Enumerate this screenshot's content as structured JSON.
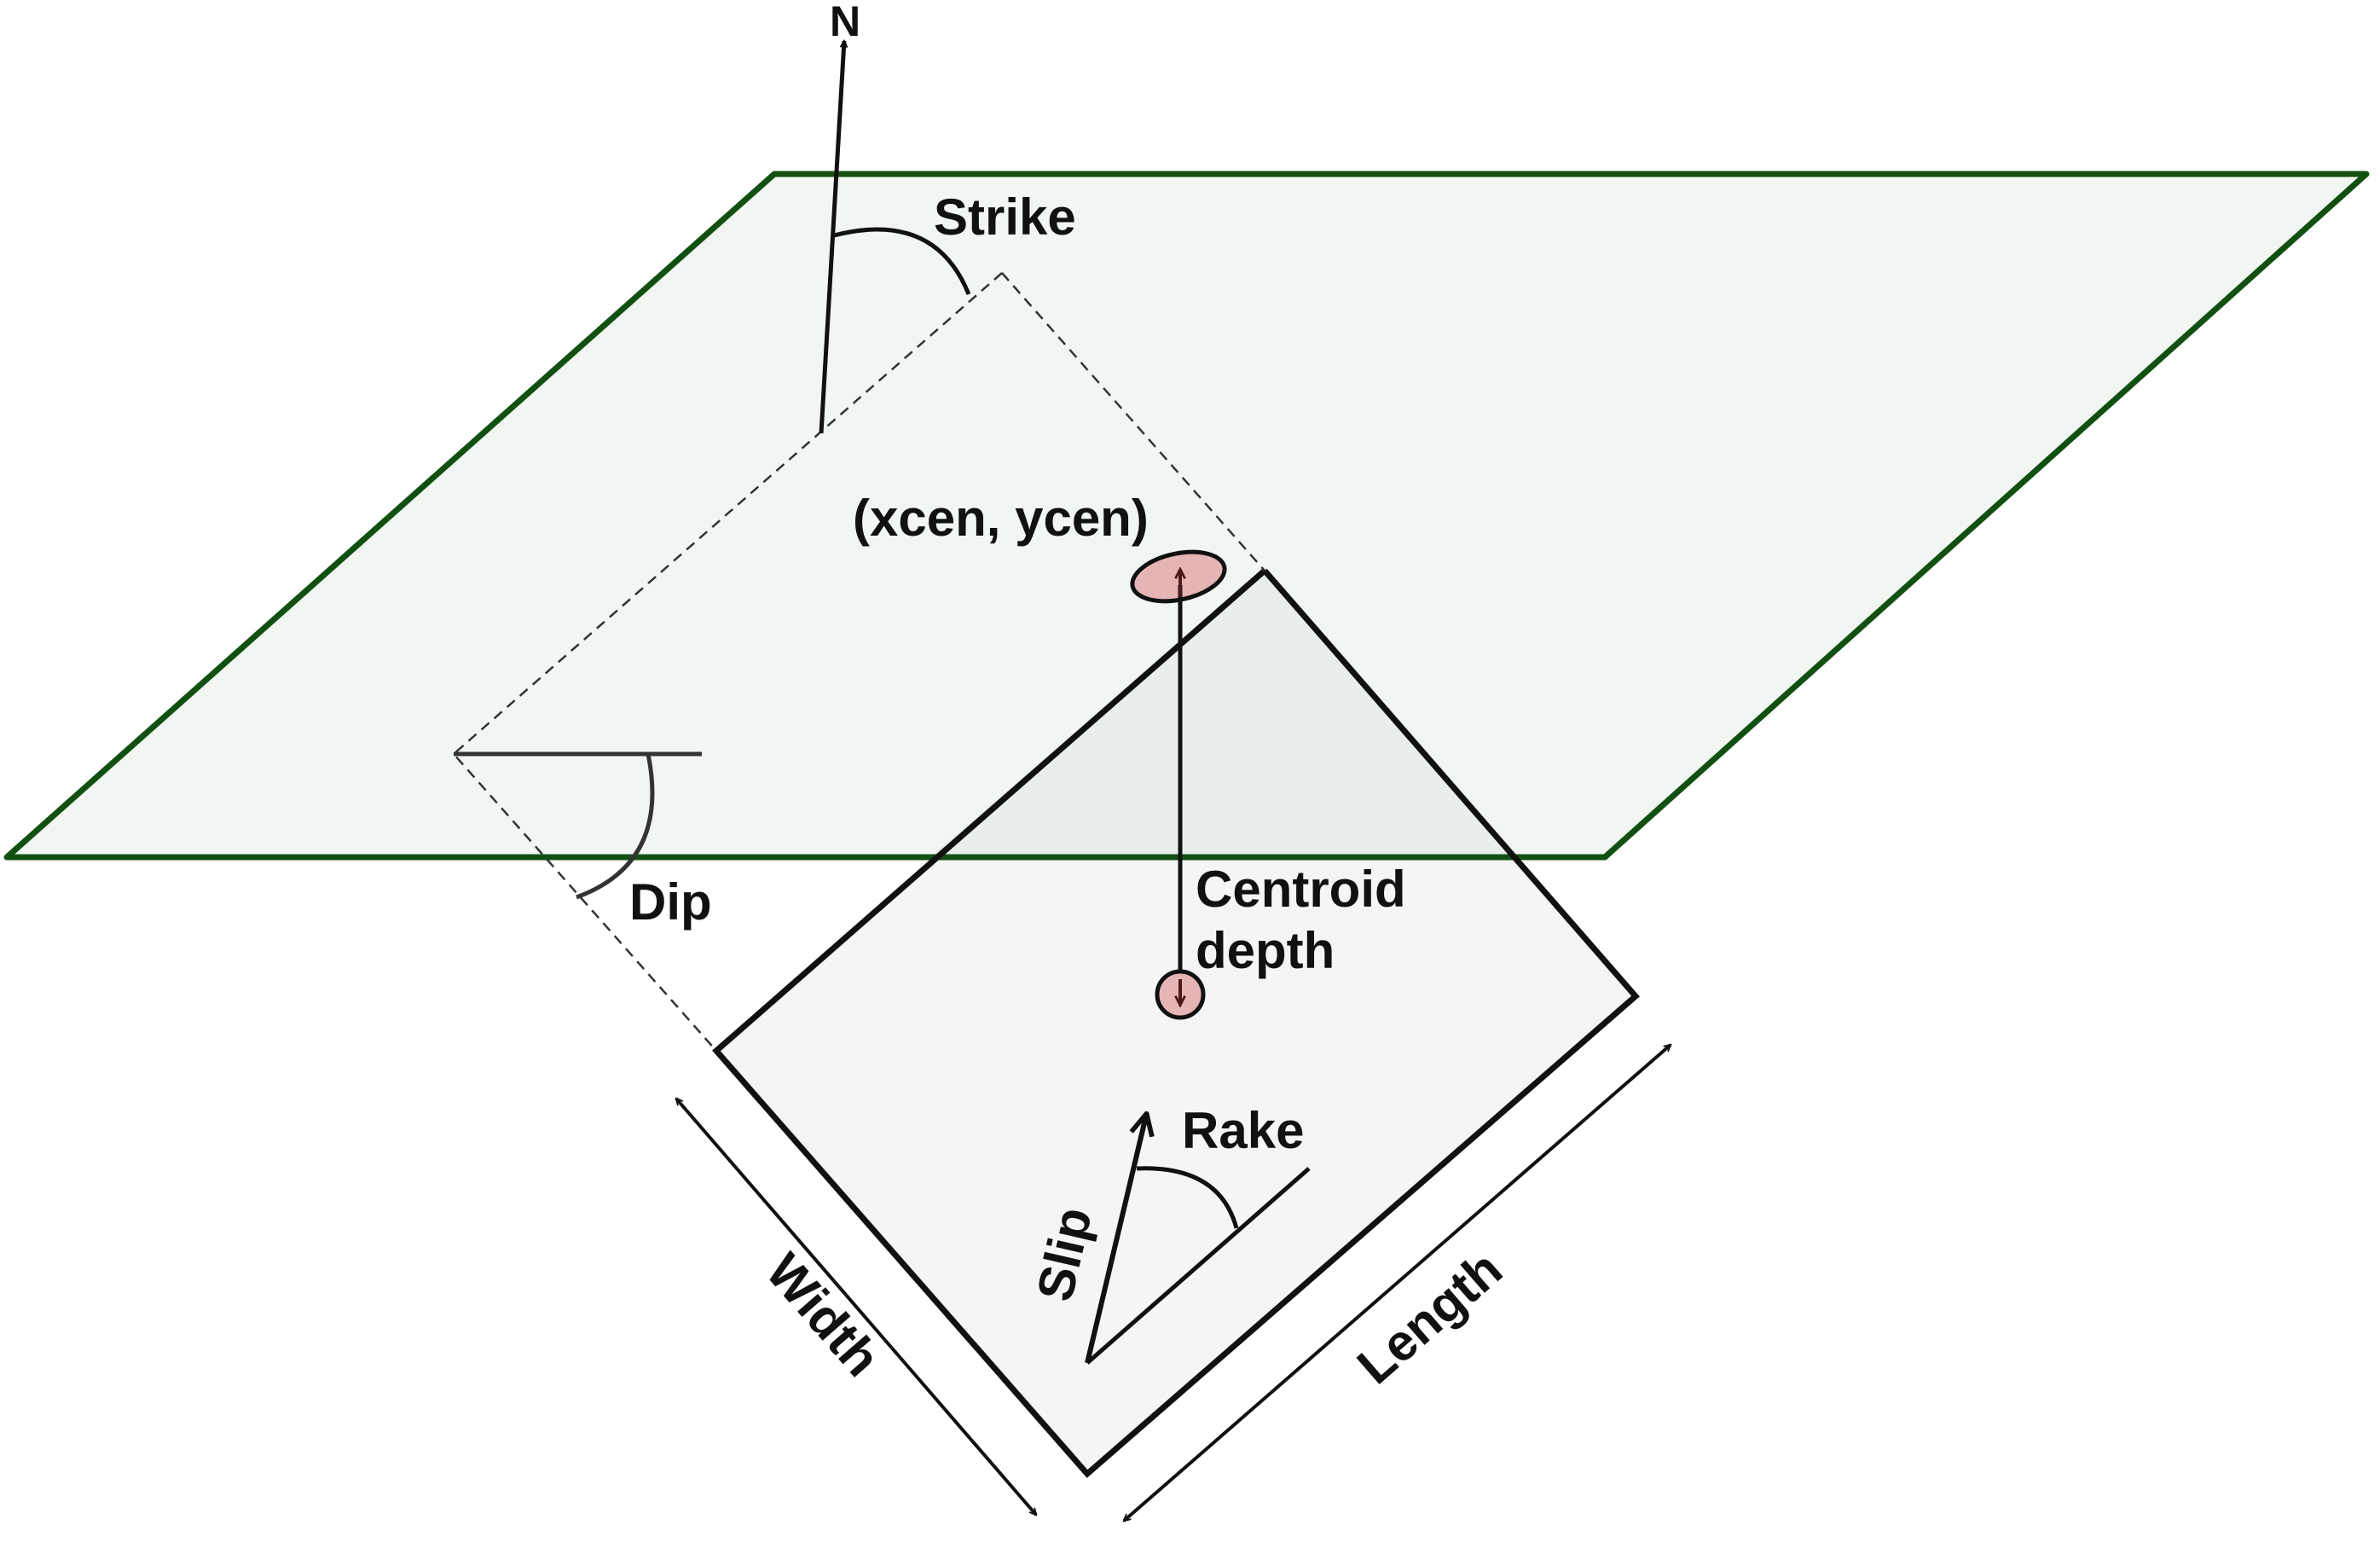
{
  "labels": {
    "north": "N",
    "strike": "Strike",
    "centroid_xy": "(xcen, ycen)",
    "dip": "Dip",
    "centroid_depth_line1": "Centroid",
    "centroid_depth_line2": "depth",
    "rake": "Rake",
    "slip": "Slip",
    "width": "Width",
    "length": "Length"
  },
  "colors": {
    "surface_fill": "#f1f6f2",
    "surface_edge": "#125012",
    "fault_fill": "#f5f5f5",
    "fault_overlap_fill": "#e8eee9",
    "fault_edge": "#111111",
    "centroid_fill": "#e5b4b4",
    "line": "#111111"
  }
}
